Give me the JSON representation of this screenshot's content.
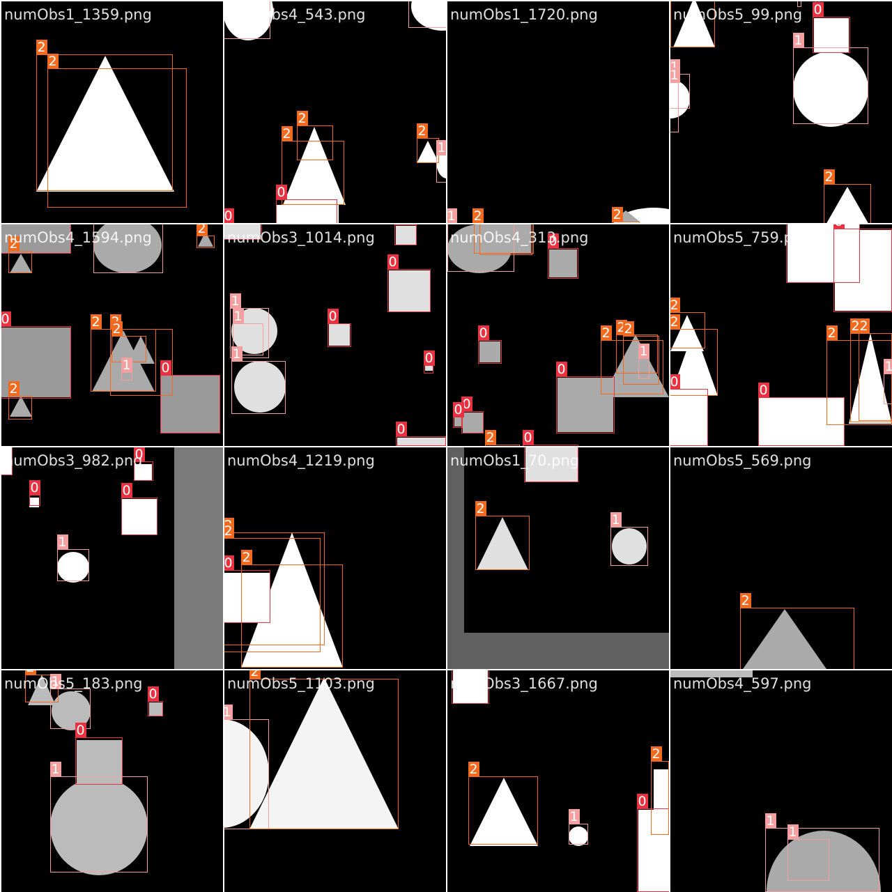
{
  "colors": {
    "grid_line": "#ffffff",
    "tile_background": "#000000",
    "class_0": "#e8323f",
    "class_1": "#f4a0a0",
    "class_2": "#f26a1f"
  },
  "legend": {
    "class_0": "0",
    "class_1": "1",
    "class_2": "2"
  },
  "tiles": [
    {
      "name": "numObs1_1359.png"
    },
    {
      "name": "numObs4_543.png"
    },
    {
      "name": "numObs1_1720.png"
    },
    {
      "name": "numObs5_99.png"
    },
    {
      "name": "numObs4_1594.png"
    },
    {
      "name": "numObs3_1014.png"
    },
    {
      "name": "numObs4_313.png"
    },
    {
      "name": "numObs5_759.png"
    },
    {
      "name": "numObs3_982.png"
    },
    {
      "name": "numObs4_1219.png"
    },
    {
      "name": "numObs1_70.png"
    },
    {
      "name": "numObs5_569.png"
    },
    {
      "name": "numObs5_183.png"
    },
    {
      "name": "numObs5_1103.png"
    },
    {
      "name": "numObs3_1667.png"
    },
    {
      "name": "numObs4_597.png"
    }
  ]
}
